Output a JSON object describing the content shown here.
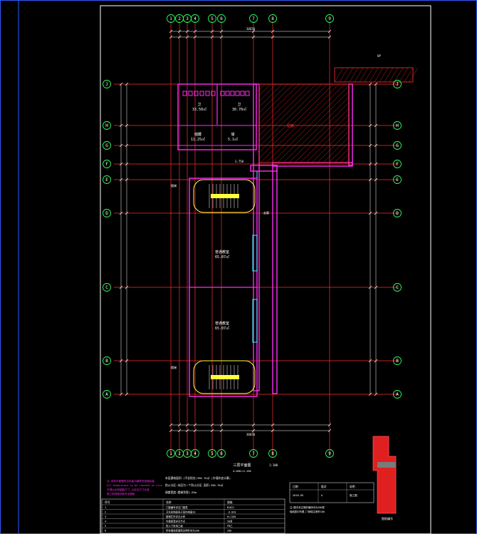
{
  "sheet": {
    "title_block_code": "1:100",
    "title_label": "三层平面图",
    "title_note": "0.000=11.200",
    "stamp_label": "图纸编号"
  },
  "grid": {
    "vertical_labels": [
      "1",
      "2",
      "3",
      "4",
      "5",
      "6",
      "7",
      "8",
      "9"
    ],
    "horizontal_labels": [
      "J",
      "H",
      "G",
      "F",
      "E",
      "D",
      "C",
      "B",
      "A"
    ],
    "overall_dim": "30650"
  },
  "rooms": [
    {
      "id": "r1",
      "name": "卫",
      "area": "33.50㎡"
    },
    {
      "id": "r2",
      "name": "卫",
      "area": "30.70㎡"
    },
    {
      "id": "r3",
      "name": "储藏",
      "area": "11.25㎡"
    },
    {
      "id": "r4",
      "name": "储",
      "area": "5.1㎡"
    },
    {
      "id": "r5",
      "name": "普通教室",
      "area": "65.07㎡"
    },
    {
      "id": "r6",
      "name": "普通教室",
      "area": "65.07㎡"
    },
    {
      "id": "r7",
      "name": "屋面",
      "area": ""
    }
  ],
  "labels": {
    "stair_label": "楼梯",
    "corridor_label": "走廊",
    "elev_note": "3.750",
    "up_arrow": "UP"
  },
  "notes": {
    "warning_lines": [
      "注:本层平面图所注标高为建筑完成面标高",
      "All dimensions to be checked on site",
      "不得以比例量取尺寸,以标注尺寸为准",
      "施工前须核对各专业图纸"
    ],
    "center_lines": [
      "本层建筑面积:(不含阳台)398.76㎡ (外墙外皮计算)",
      "防火分区:本层为一个防火分区 面积:398.76㎡",
      "疏散宽度:楼梯净宽1.65m"
    ],
    "table_header": [
      "序号",
      "名称",
      "规格"
    ],
    "table_rows": [
      [
        "1",
        "门窗编号详见门窗表",
        "M1021"
      ],
      [
        "2",
        "卫生间地面低于室内地面20",
        "-0.020"
      ],
      [
        "3",
        "楼梯栏杆详见大样",
        "H=1100"
      ],
      [
        "4",
        "外墙保温详见节点",
        "50厚"
      ],
      [
        "5",
        "防火门采用乙级",
        "FM乙"
      ],
      [
        "6",
        "所有墙体厚度除注明外均为200",
        "200"
      ]
    ],
    "right_table_header": [
      "日期",
      "版次",
      "说明"
    ],
    "right_table_rows": [
      [
        "2018.05",
        "A",
        "施工图"
      ]
    ],
    "right_notes": [
      "注:图中未注明的墙体均为200厚",
      "轴线居中布置,门垛除注明外100"
    ]
  },
  "colors": {
    "background": "#000000",
    "grid_line": "#ff2d2d",
    "wall": "#ff2df2",
    "dim": "#ffffff",
    "axis_bubble": "#2dff5a",
    "stair": "#ffff3a",
    "hatch": "#ff2d2d",
    "frame": "#2d5bff",
    "cyan": "#2dffff"
  }
}
